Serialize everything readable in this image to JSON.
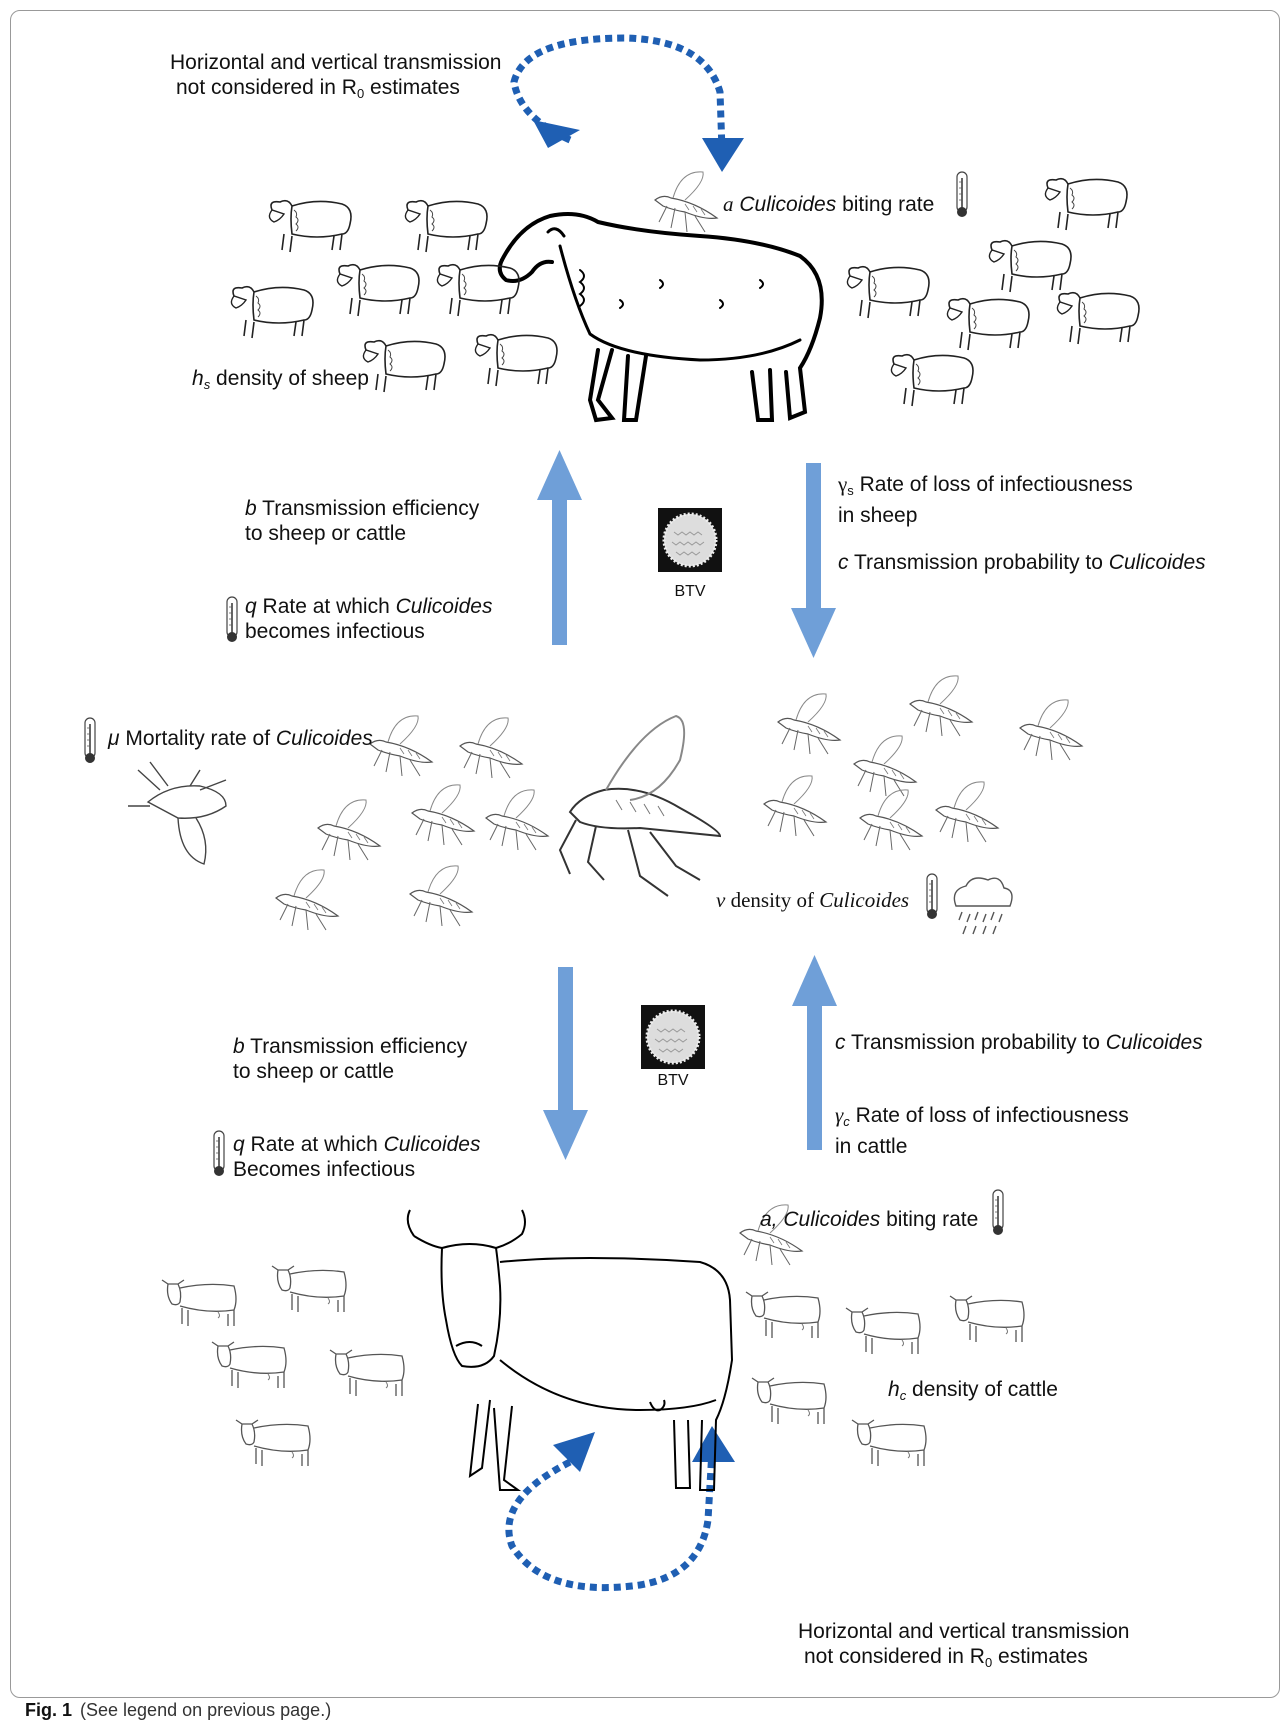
{
  "caption": {
    "label": "Fig. 1",
    "text": "(See legend on previous page.)"
  },
  "top_note": {
    "line1": "Horizontal and vertical transmission",
    "line2_pre": "not considered in R",
    "line2_sub": "0",
    "line2_post": " estimates"
  },
  "bottom_note": {
    "line1": "Horizontal and vertical transmission",
    "line2_pre": "not considered in R",
    "line2_sub": "0",
    "line2_post": " estimates"
  },
  "sheep_biting": {
    "symbol": "a",
    "italic": "Culicoides",
    "text": " biting rate"
  },
  "sheep_density": {
    "symbol": "h",
    "sub": "s",
    "text": " density of sheep"
  },
  "sheep_to_vector": {
    "gamma_symbol": "γ",
    "gamma_sub": "s",
    "gamma_line1": " Rate of loss of infectiousness",
    "gamma_line2": "in sheep",
    "c_symbol": "c",
    "c_text": " Transmission probability to ",
    "c_italic": "Culicoides"
  },
  "vector_to_sheep": {
    "b_symbol": "b",
    "b_line1": " Transmission efficiency",
    "b_line2": "to sheep or cattle",
    "q_symbol": "q",
    "q_text": " Rate at which ",
    "q_italic": "Culicoides",
    "q_line2": "becomes infectious"
  },
  "btv_top": "BTV",
  "btv_bottom": "BTV",
  "mortality": {
    "symbol": "μ",
    "text": " Mortality rate of ",
    "italic": "Culicoides"
  },
  "vector_density": {
    "symbol": "v",
    "text": " density of ",
    "italic": "Culicoides"
  },
  "vector_to_cattle": {
    "b_symbol": "b",
    "b_line1": " Transmission efficiency",
    "b_line2": "to sheep or cattle",
    "q_symbol": "q",
    "q_text": " Rate at which ",
    "q_italic": "Culicoides",
    "q_line2": "Becomes infectious"
  },
  "cattle_to_vector": {
    "c_symbol": "c",
    "c_text": " Transmission probability to ",
    "c_italic": "Culicoides",
    "gamma_symbol": "γ",
    "gamma_sub": "c",
    "gamma_line1": " Rate of loss of infectiousness",
    "gamma_line2": "in cattle"
  },
  "cattle_biting": {
    "symbol": "a,",
    "italic": "Culicoides",
    "text": " biting rate"
  },
  "cattle_density": {
    "symbol": "h",
    "sub": "c",
    "text": " density of cattle"
  },
  "colors": {
    "arrow_blue": "#6f9fd8",
    "dash_blue": "#1f5fb3",
    "ink": "#111111",
    "border": "#999999"
  }
}
